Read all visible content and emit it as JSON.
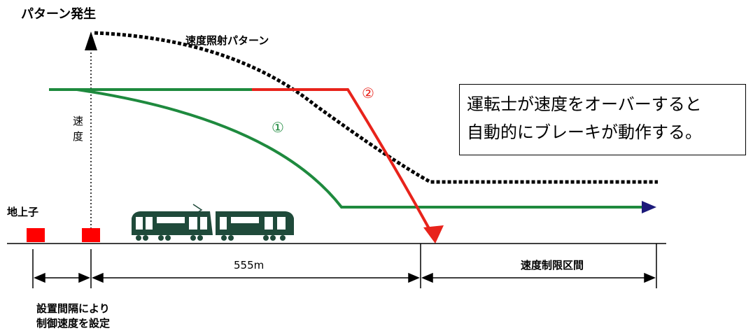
{
  "title": "パターン発生",
  "pattern_label": "速度照射パターン",
  "axis_label": "速度",
  "marker_1": "①",
  "marker_2": "②",
  "ground_unit_label": "地上子",
  "distance_label": "555m",
  "restricted_label": "速度制限区間",
  "bottom_note": [
    "設置間隔により",
    "制御速度を設定"
  ],
  "note_box": [
    "運転士が速度をオーバーすると",
    "自動的にブレーキが動作する。"
  ],
  "colors": {
    "green": "#1e8a3e",
    "red": "#e8231b",
    "ground_unit": "#ff0000",
    "train": "#1f4a3a",
    "arrow_head": "#1c1a7a",
    "dotted": "#000000"
  }
}
